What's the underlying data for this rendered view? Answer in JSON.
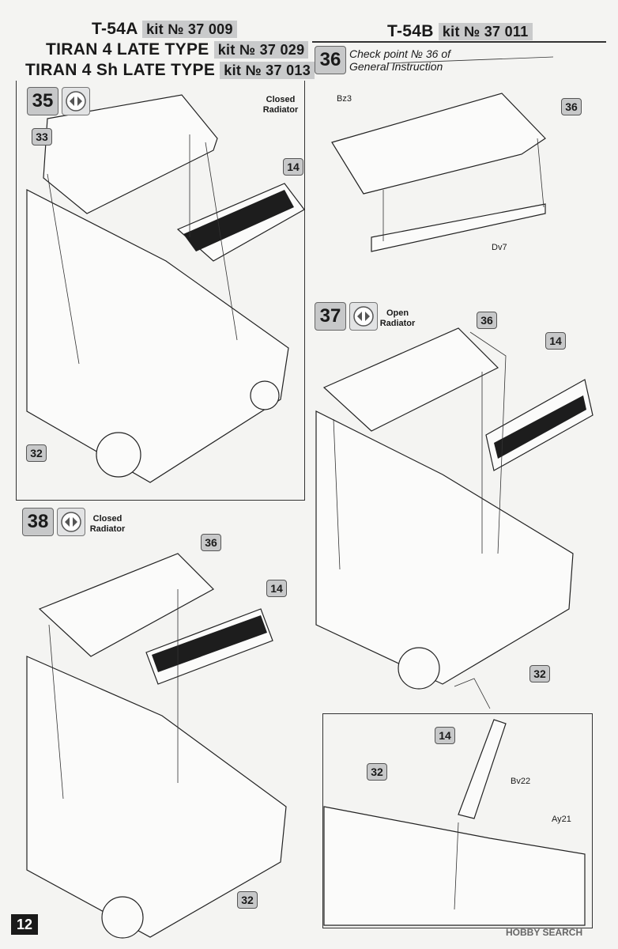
{
  "left_header": {
    "line1_model": "T-54A",
    "line1_kit": "kit № 37 009",
    "line2_model": "TIRAN 4 LATE TYPE",
    "line2_kit": "kit № 37 029",
    "line3_model": "TIRAN 4 Sh LATE TYPE",
    "line3_kit": "kit № 37 013"
  },
  "right_header": {
    "model": "T-54B",
    "kit": "kit № 37 011"
  },
  "step35": {
    "number": "35",
    "caption_line1": "Closed",
    "caption_line2": "Radiator",
    "part_hull_top": "33",
    "part_radiator": "14",
    "part_hull": "32"
  },
  "step36": {
    "number": "36",
    "check_line1": "Check point № 36 of",
    "check_line2": "General Instruction",
    "label_bz3": "Bz3",
    "label_dv7": "Dv7",
    "part_ref": "36"
  },
  "step37": {
    "number": "37",
    "caption_line1": "Open",
    "caption_line2": "Radiator",
    "part_deck": "36",
    "part_radiator": "14",
    "part_hull": "32"
  },
  "step38": {
    "number": "38",
    "caption_line1": "Closed",
    "caption_line2": "Radiator",
    "part_deck": "36",
    "part_radiator": "14",
    "part_hull": "32"
  },
  "detail": {
    "part_radiator": "14",
    "part_hull": "32",
    "label_bv22": "Bv22",
    "label_ay21": "Ay21"
  },
  "footer": {
    "page_number": "12",
    "watermark": "HOBBY SEARCH"
  },
  "colors": {
    "tag_fill": "#c7c8c9",
    "ink": "#1a1a1a",
    "page": "#f4f4f2"
  }
}
